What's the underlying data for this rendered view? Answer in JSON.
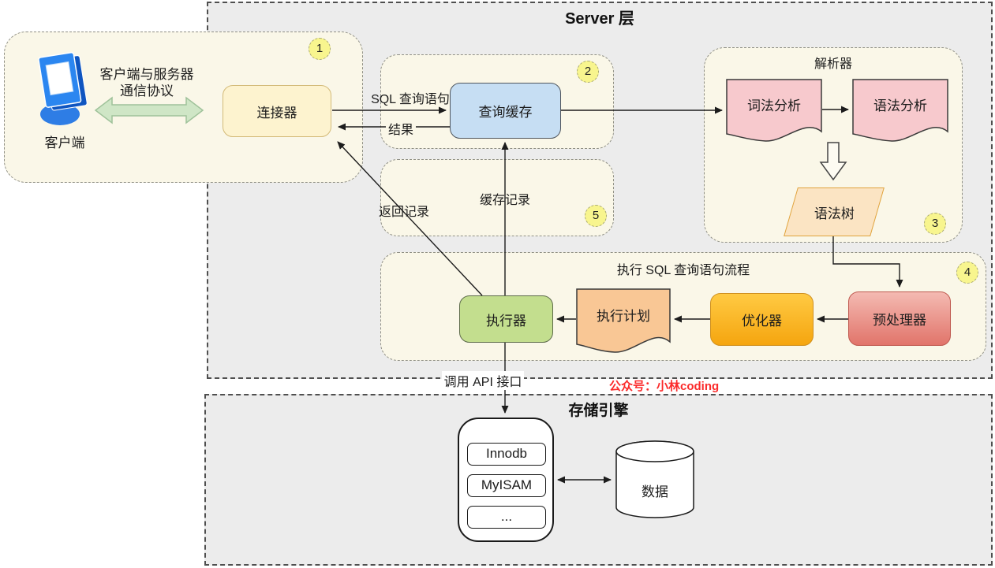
{
  "regions": {
    "server": {
      "title": "Server 层"
    },
    "storage": {
      "title": "存储引擎"
    },
    "client": {
      "badge": "1"
    },
    "query_cache": {
      "badge": "2"
    },
    "parser": {
      "title": "解析器",
      "badge": "3"
    },
    "execution": {
      "title": "执行 SQL 查询语句流程",
      "badge": "4"
    },
    "cache": {
      "badge": "5"
    }
  },
  "nodes": {
    "client_label": "客户端",
    "protocol_line1": "客户端与服务器",
    "protocol_line2": "通信协议",
    "connector": "连接器",
    "query_cache": "查询缓存",
    "lexical_analysis": "词法分析",
    "syntax_analysis": "语法分析",
    "syntax_tree": "语法树",
    "preprocessor": "预处理器",
    "optimizer": "优化器",
    "execution_plan": "执行计划",
    "executor": "执行器",
    "data": "数据"
  },
  "storage_engines": [
    "Innodb",
    "MyISAM",
    "..."
  ],
  "edge_labels": {
    "sql_query": "SQL 查询语句",
    "result": "结果",
    "cache_record": "缓存记录",
    "return_record": "返回记录",
    "call_api": "调用 API 接口"
  },
  "watermark": "公众号：小林coding",
  "colors": {
    "region_fill": "#ececec",
    "panel_fill": "#faf7e8",
    "connector_fill": "#fdf3cf",
    "query_cache_fill": "#c6def3",
    "analysis_fill": "#f7c9cd",
    "syntax_tree_fill": "#fbe4c3",
    "executor_fill": "#c3de8e",
    "execution_plan_fill": "#f9c795",
    "optimizer_fill_top": "#ffca43",
    "optimizer_fill_bottom": "#f5a50f",
    "preprocessor_fill_top": "#f4bab2",
    "preprocessor_fill_bottom": "#e1746a",
    "badge_fill": "#f8f58e",
    "green_arrow_fill": "#cfe6c6",
    "watermark_color": "#fb2b2b",
    "monitor_blue": "#2b86f0"
  }
}
